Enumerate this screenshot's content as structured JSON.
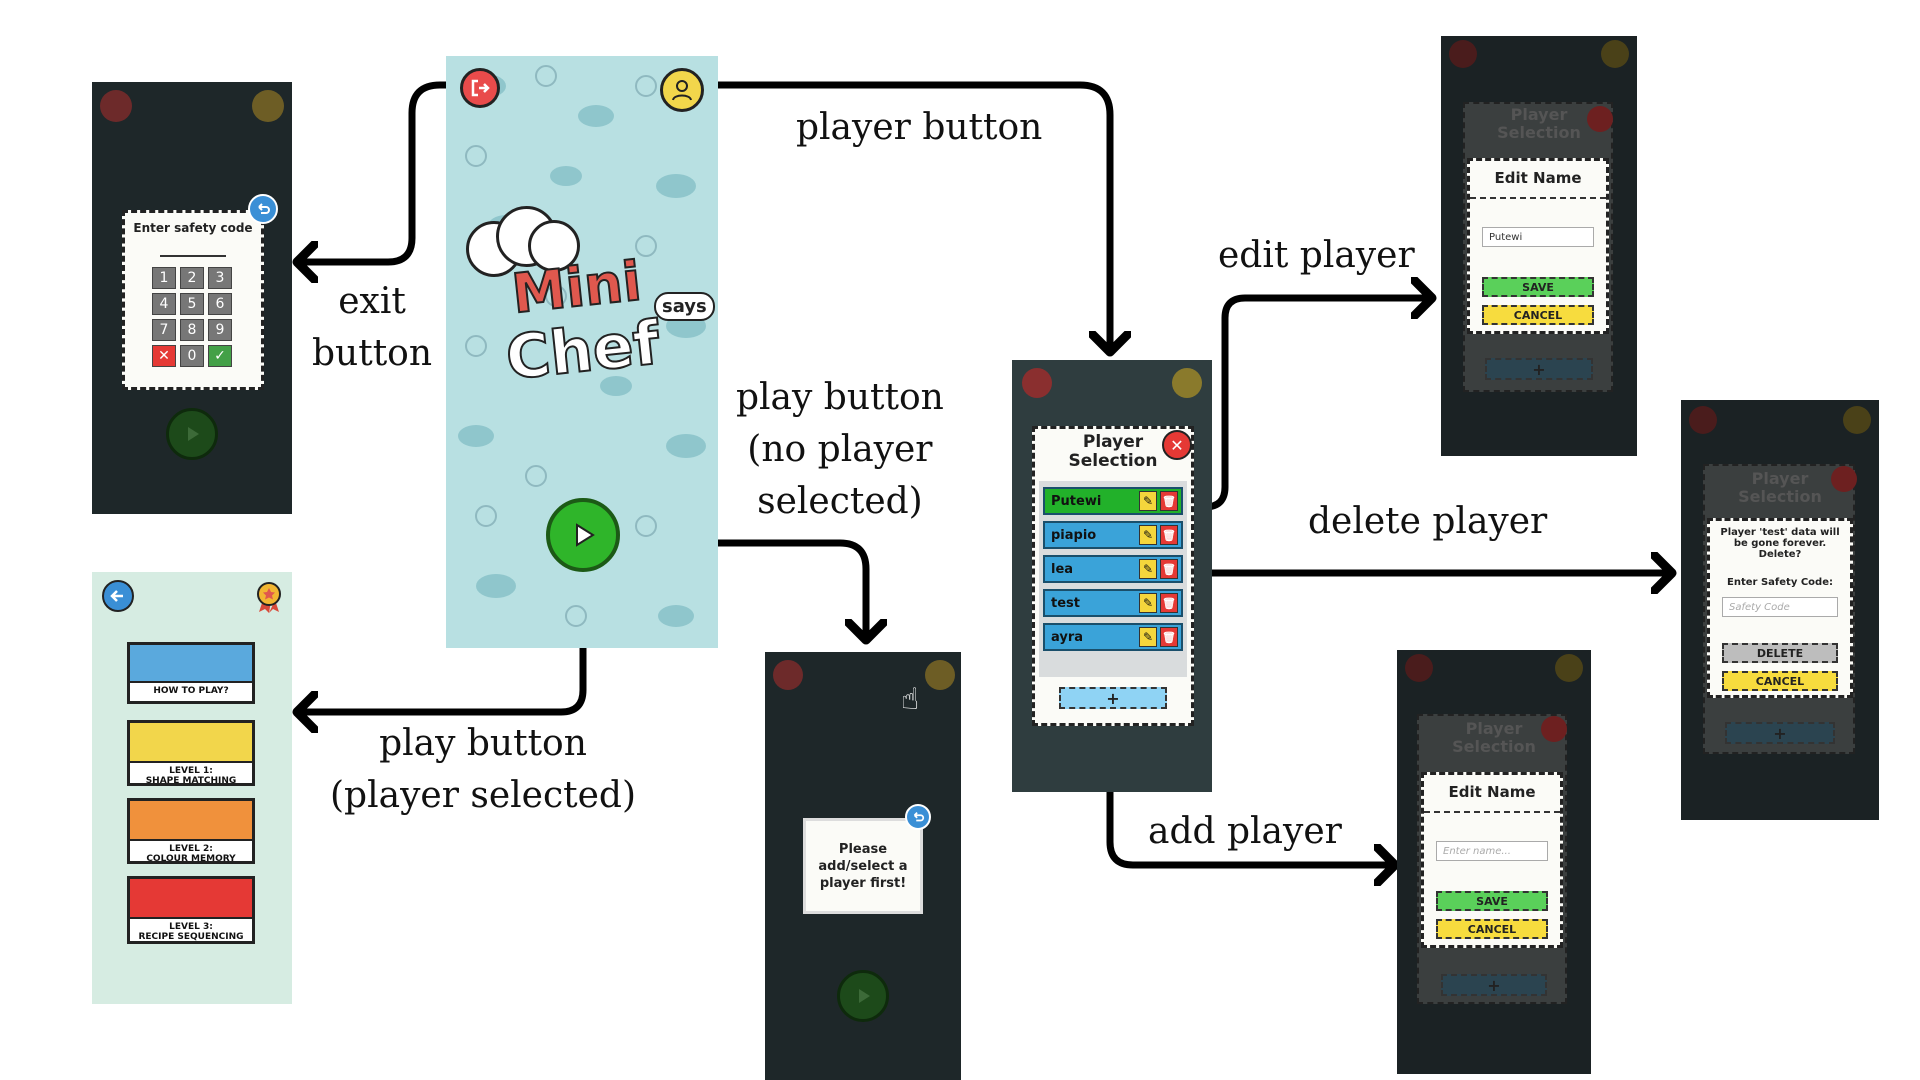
{
  "labels": {
    "player_button": "player button",
    "exit_button": "exit\nbutton",
    "play_no_player": "play button\n(no player\nselected)",
    "play_player_selected": "play button\n(player selected)",
    "edit_player": "edit player",
    "delete_player": "delete player",
    "add_player": "add player"
  },
  "home": {
    "logo_main": "Mini",
    "logo_sub": "Chef",
    "logo_says": "says"
  },
  "exit_screen": {
    "title": "Enter safety code",
    "keys": [
      "1",
      "2",
      "3",
      "4",
      "5",
      "6",
      "7",
      "8",
      "9",
      "✕",
      "0",
      "✓"
    ]
  },
  "no_player_screen": {
    "message": "Please add/select a player first!"
  },
  "levels_screen": {
    "cards": [
      {
        "caption": "HOW TO PLAY?"
      },
      {
        "caption": "LEVEL 1:\nSHAPE MATCHING"
      },
      {
        "caption": "LEVEL 2:\nCOLOUR MEMORY"
      },
      {
        "caption": "LEVEL 3:\nRECIPE SEQUENCING"
      }
    ]
  },
  "player_selection": {
    "title": "Player\nSelection",
    "players": [
      "Putewi",
      "piapio",
      "lea",
      "test",
      "ayra"
    ],
    "add_symbol": "+"
  },
  "edit_screen": {
    "title": "Player\nSelection",
    "dialog_title": "Edit Name",
    "value": "Putewi",
    "save": "SAVE",
    "cancel": "CANCEL",
    "add_symbol": "+"
  },
  "delete_screen": {
    "title": "Player\nSelection",
    "message": "Player 'test' data will be gone forever. Delete?",
    "code_label": "Enter Safety Code:",
    "placeholder": "Safety Code",
    "delete": "DELETE",
    "cancel": "CANCEL",
    "add_symbol": "+"
  },
  "add_screen": {
    "title": "Player\nSelection",
    "dialog_title": "Edit Name",
    "placeholder": "Enter name...",
    "save": "SAVE",
    "cancel": "CANCEL",
    "add_symbol": "+"
  },
  "colors": {
    "dark_bg": "#2f3d3f",
    "teal_bg": "#b8e0e2",
    "play_green": "#2fb52a",
    "exit_red": "#e94b4b",
    "player_yellow": "#f2d64b",
    "row_blue": "#3aa3d9",
    "row_green": "#22b12a"
  },
  "icons": [
    "exit-icon",
    "user-icon",
    "play-icon",
    "back-icon",
    "award-icon",
    "pencil-icon",
    "trash-icon",
    "close-icon",
    "hand-pointer-icon",
    "undo-icon"
  ]
}
